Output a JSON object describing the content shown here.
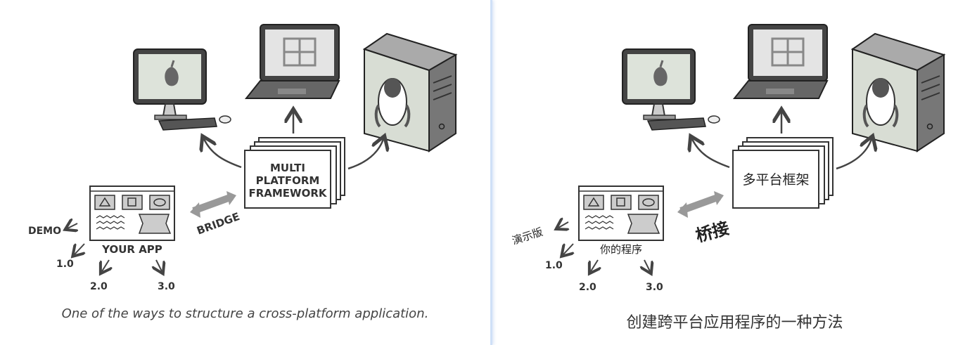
{
  "left": {
    "framework_line1": "MULTI",
    "framework_line2": "PLATFORM",
    "framework_line3": "FRAMEWORK",
    "bridge": "BRIDGE",
    "your_app": "YOUR APP",
    "demo": "DEMO",
    "v1": "1.0",
    "v2": "2.0",
    "v3": "3.0",
    "caption": "One of the ways to structure a cross-platform application."
  },
  "right": {
    "framework": "多平台框架",
    "bridge": "桥接",
    "your_app": "你的程序",
    "demo": "演示版",
    "v1": "1.0",
    "v2": "2.0",
    "v3": "3.0",
    "caption": "创建跨平台应用程序的一种方法"
  },
  "icons": [
    "apple-logo-icon",
    "windows-logo-icon",
    "linux-penguin-icon"
  ]
}
